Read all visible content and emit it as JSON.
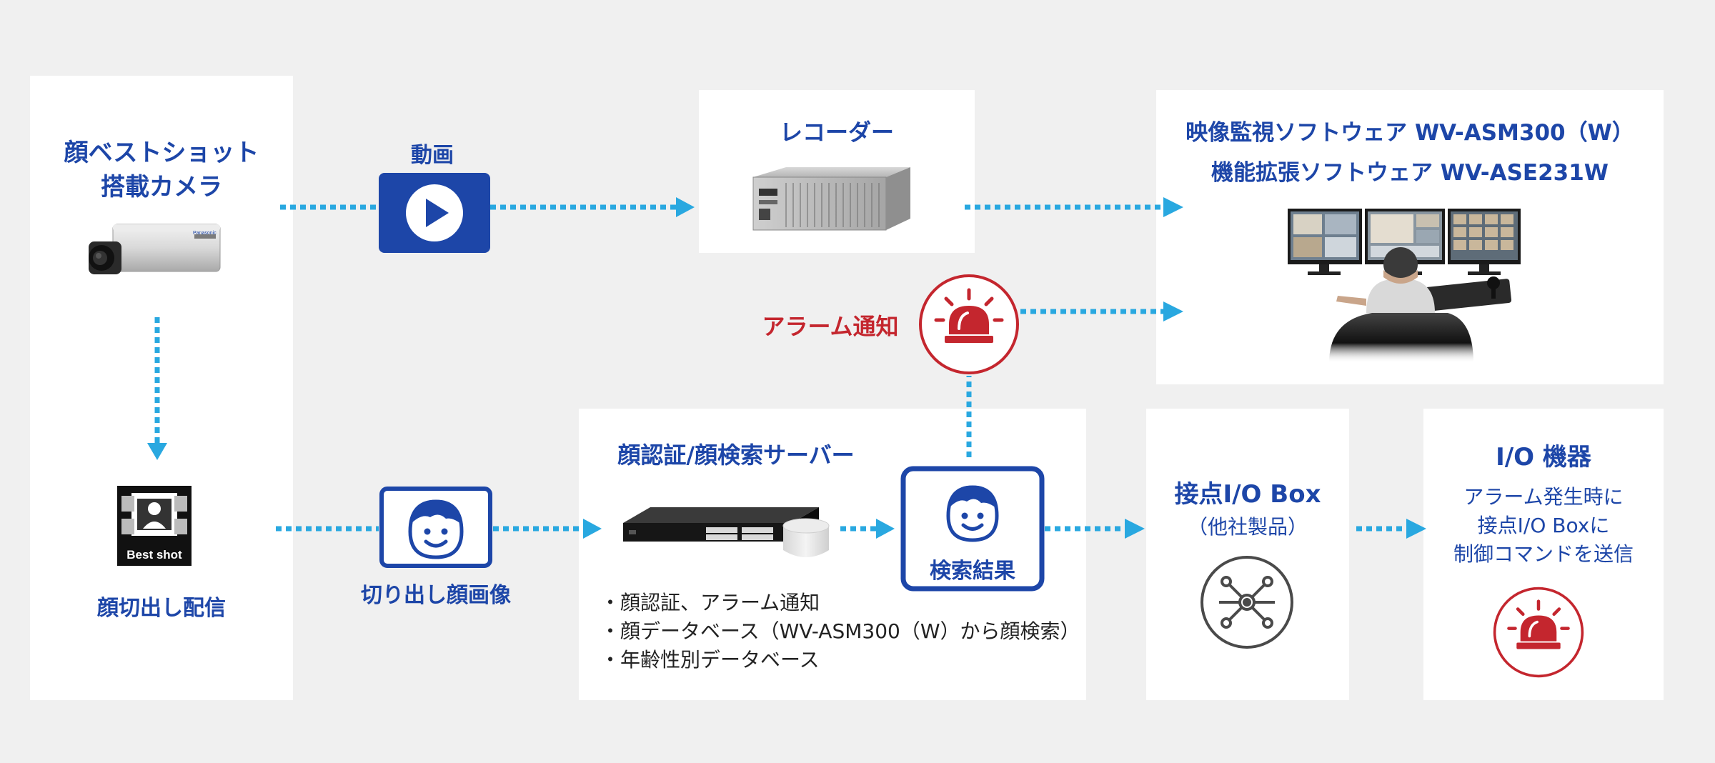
{
  "camera": {
    "title_line1": "顔ベストショット",
    "title_line2": "搭載カメラ",
    "camera_brand": "Panasonic",
    "caption": "顔切出し配信"
  },
  "bestshot": {
    "badge": "Best shot"
  },
  "video": {
    "label": "動画"
  },
  "cropped": {
    "label": "切り出し顔画像"
  },
  "recorder": {
    "title": "レコーダー"
  },
  "software": {
    "line1": "映像監視ソフトウェア WV-ASM300（W）",
    "line2": "機能拡張ソフトウェア WV-ASE231W"
  },
  "alarm": {
    "label": "アラーム通知"
  },
  "server": {
    "title": "顔認証/顔検索サーバー",
    "bullets": [
      "・顔認証、アラーム通知",
      "・顔データベース（WV-ASM300（W）から顔検索）",
      "・年齢性別データベース"
    ]
  },
  "result": {
    "label": "検索結果"
  },
  "iobox": {
    "title": "接点I/O Box",
    "subtitle": "（他社製品）"
  },
  "iodevice": {
    "title": "I/O 機器",
    "lines": [
      "アラーム発生時に",
      "接点I/O Boxに",
      "制御コマンドを送信"
    ]
  },
  "colors": {
    "brand_blue": "#1d46a8",
    "arrow_blue": "#29a8e0",
    "alarm_red": "#c4262e",
    "background": "#f0f0f0"
  }
}
